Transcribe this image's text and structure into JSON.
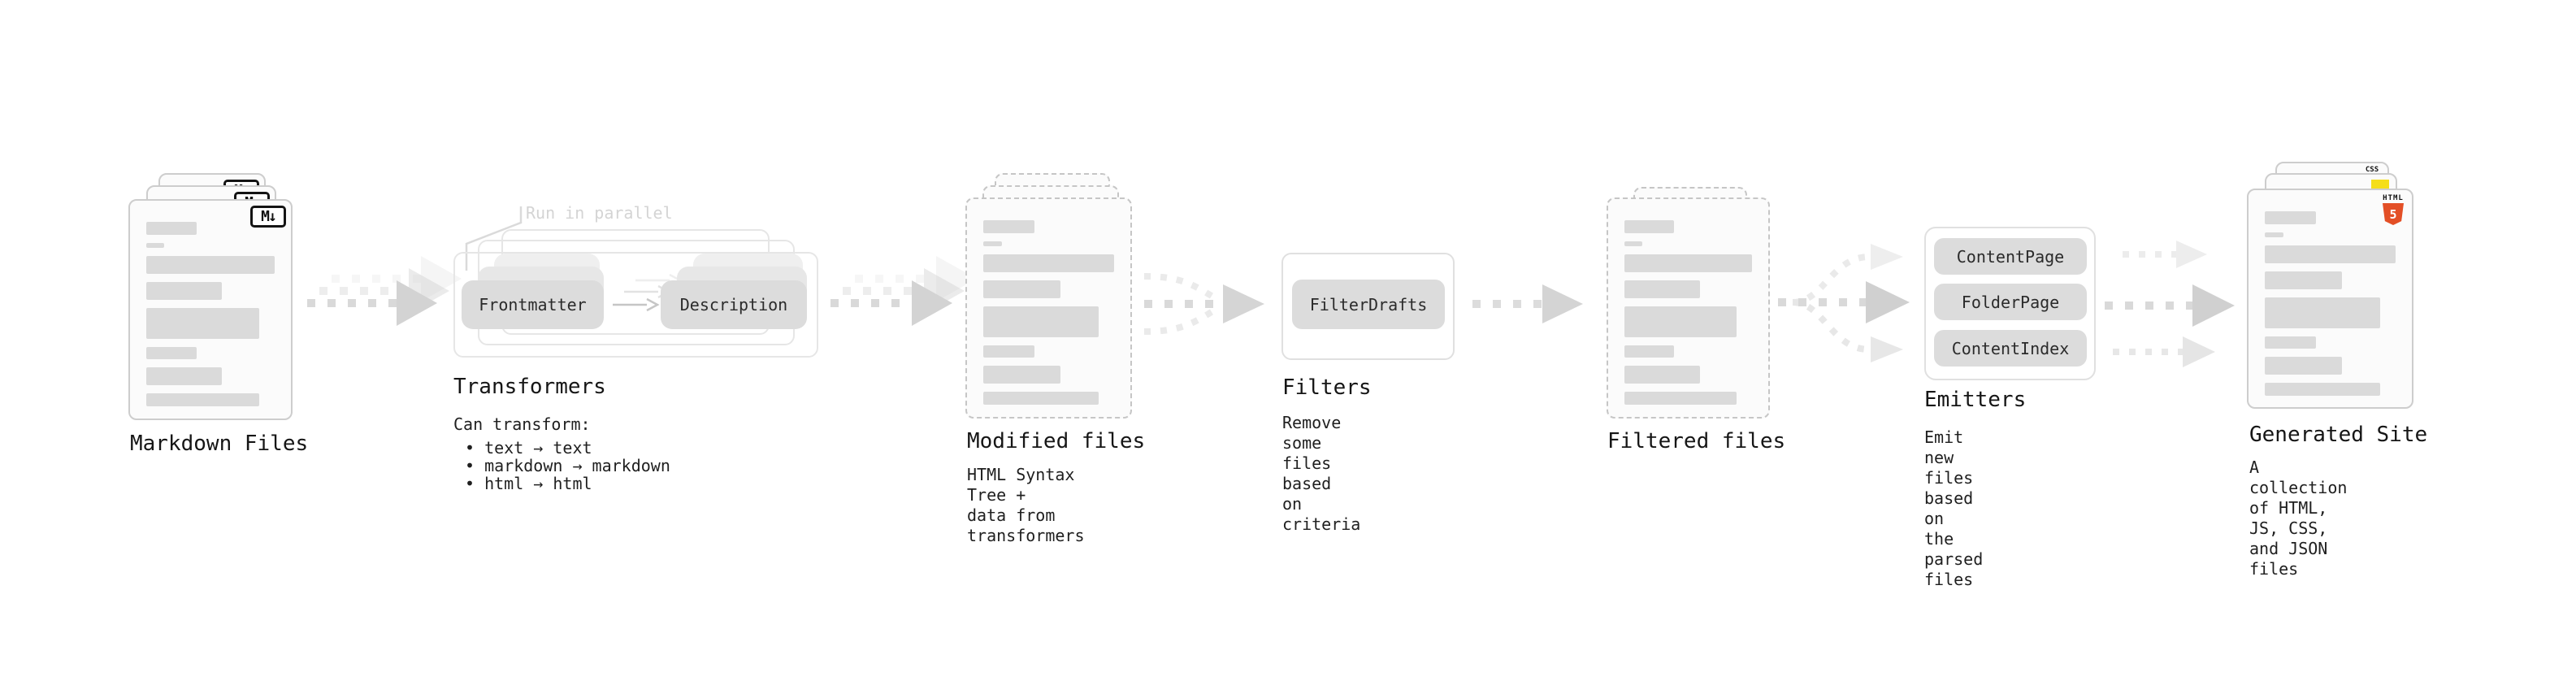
{
  "colors": {
    "doc_fill": "#fbfbfb",
    "doc_border": "#cdcdcd",
    "dashed_border": "#c6c6c6",
    "placeholder_bar": "#dadada",
    "box_fill": "#dcdcdc",
    "box_text": "#2b2b2b",
    "container_border": "#e6e6e6",
    "label_text": "#161616",
    "muted_text": "#d4d4d4",
    "arrow_gray": "#d3d3d3",
    "html5_orange": "#e34f26",
    "js_yellow": "#f5de19",
    "css_blue": "#2965f1"
  },
  "nodes": {
    "markdown_files": {
      "label": "Markdown Files",
      "badge": "M↓"
    },
    "transformers": {
      "label": "Transformers",
      "callout": "Run in parallel",
      "box1": "Frontmatter",
      "box2": "Description",
      "desc_title": "Can transform:",
      "bullet1": "• text → text",
      "bullet2": "• markdown → markdown",
      "bullet3": "• html → html"
    },
    "modified_files": {
      "label": "Modified files",
      "desc": "HTML Syntax Tree +\ndata from transformers"
    },
    "filters": {
      "label": "Filters",
      "box1": "FilterDrafts",
      "desc": "Remove some files based\non criteria"
    },
    "filtered_files": {
      "label": "Filtered files"
    },
    "emitters": {
      "label": "Emitters",
      "box1": "ContentPage",
      "box2": "FolderPage",
      "box3": "ContentIndex",
      "desc": "Emit new files based on\nthe parsed files"
    },
    "generated_site": {
      "label": "Generated Site",
      "desc": "A collection of HTML,\nJS, CSS, and JSON files",
      "css_badge": "CSS",
      "html_badge_word": "HTML",
      "html_badge_num": "5"
    }
  }
}
